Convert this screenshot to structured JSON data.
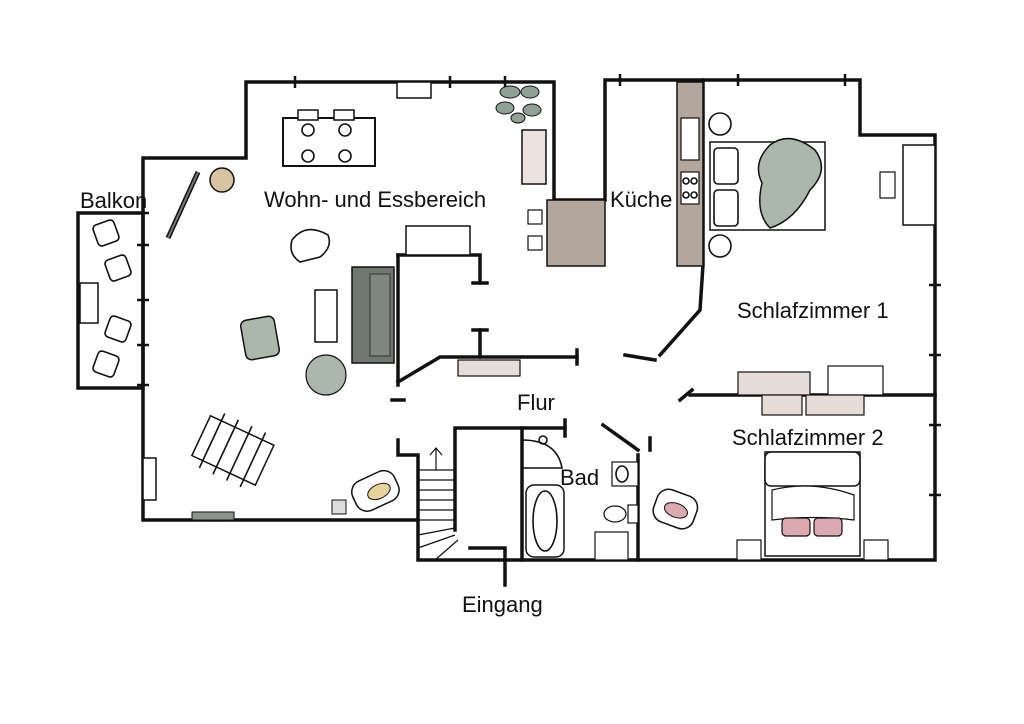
{
  "rooms": {
    "balkon": "Balkon",
    "wohn": "Wohn- und Essbereich",
    "kueche": "Küche",
    "schlaf1": "Schlafzimmer 1",
    "schlaf2": "Schlafzimmer 2",
    "flur": "Flur",
    "bad": "Bad",
    "eingang": "Eingang"
  },
  "colors": {
    "wall": "#111111",
    "sage": "#aab8ab",
    "dark_sofa": "#6f7770",
    "counter": "#b3a69d",
    "pink_light": "#e8dcd8",
    "pink": "#dba9b0",
    "cushion": "#e8d49a",
    "wood": "#d9c4a2"
  }
}
